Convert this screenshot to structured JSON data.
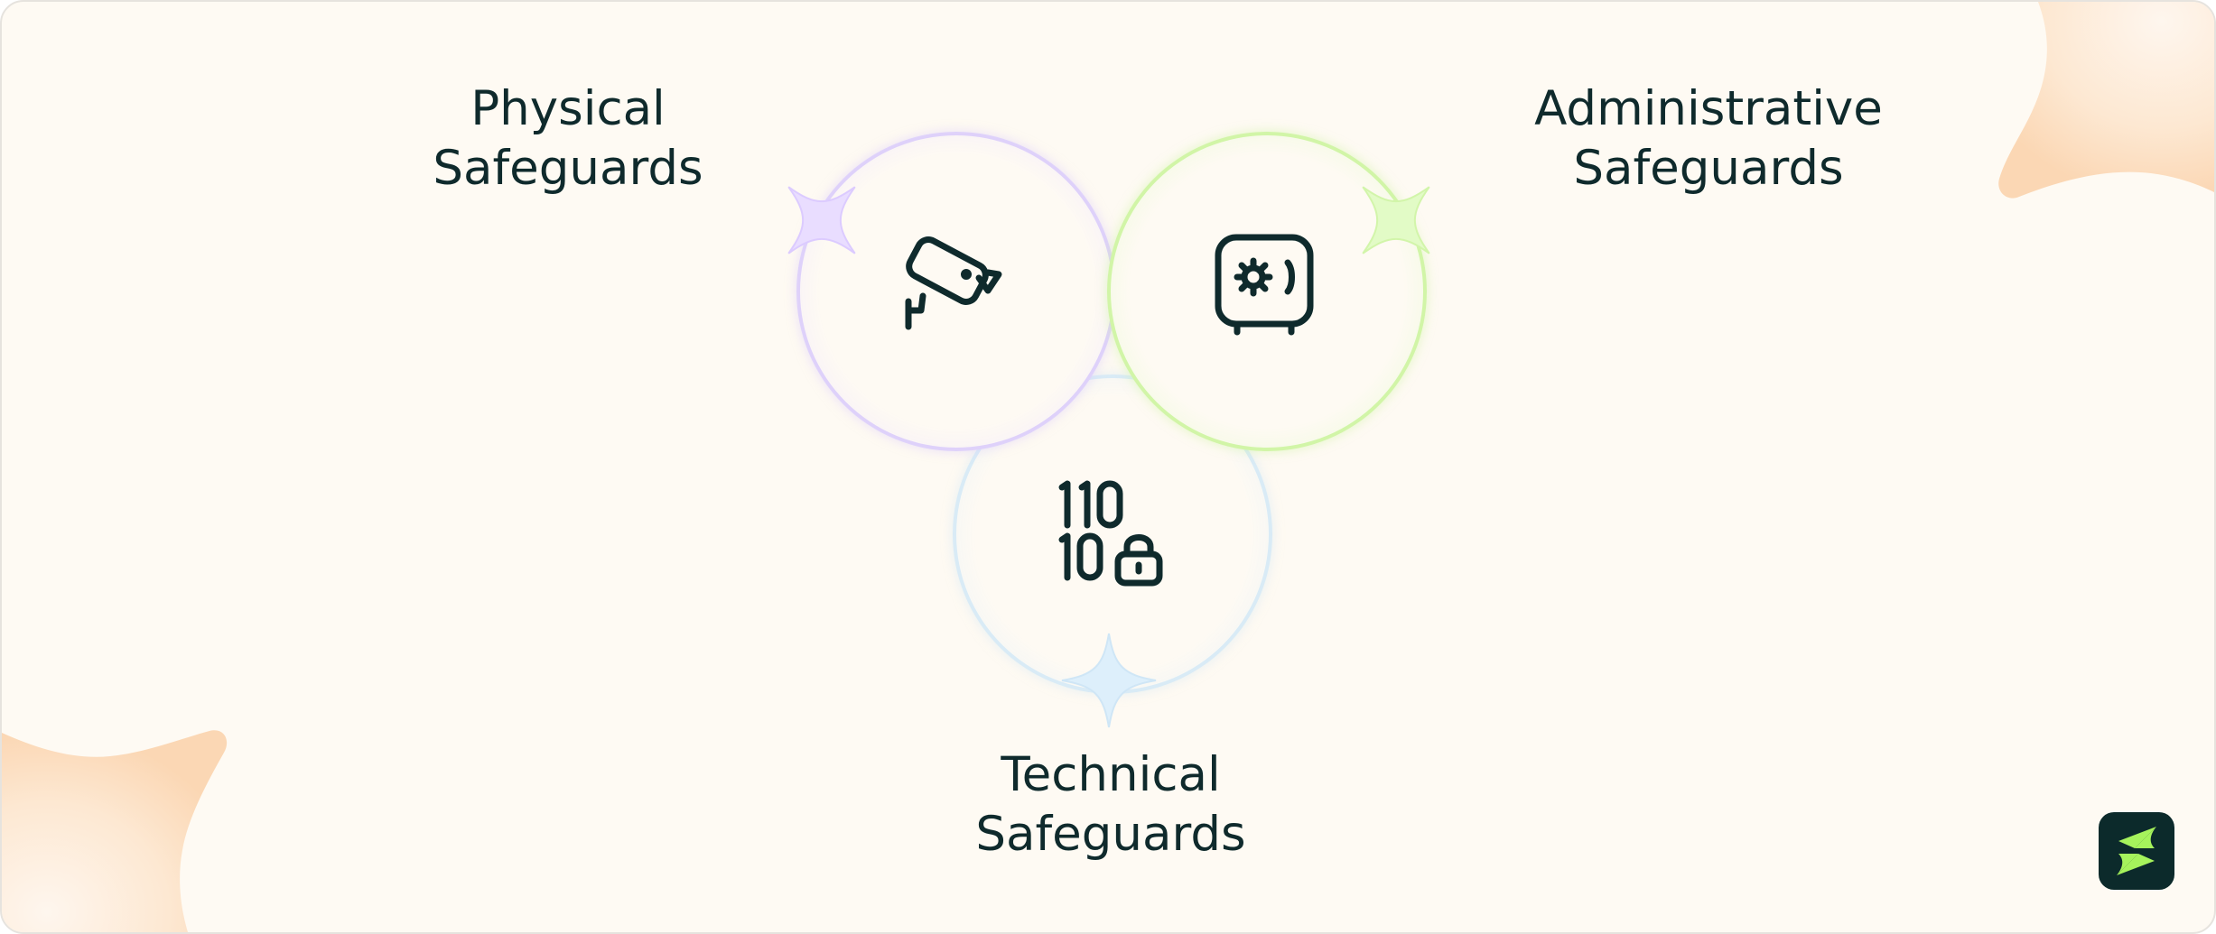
{
  "labels": {
    "physical": [
      "Physical",
      "Safeguards"
    ],
    "administrative": [
      "Administrative",
      "Safeguards"
    ],
    "technical": [
      "Technical",
      "Safeguards"
    ]
  },
  "icons": {
    "physical": "security-camera-icon",
    "administrative": "safe-vault-icon",
    "technical": "binary-lock-icon"
  },
  "colors": {
    "background": "#fefaf3",
    "text": "#0f2a2c",
    "physical_accent": "#d6c6fc",
    "administrative_accent": "#cdf5a0",
    "technical_accent": "#d6eaf6",
    "corner_blob": "#fde3c8",
    "logo_bg": "#0c2a2b",
    "logo_mark": "#a6f35c"
  }
}
